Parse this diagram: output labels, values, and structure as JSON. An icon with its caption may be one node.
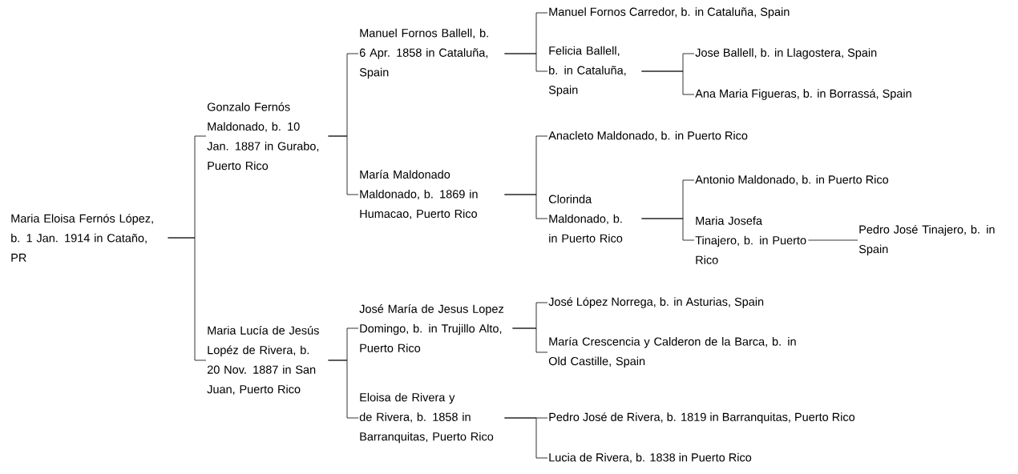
{
  "diagram": {
    "nodes": [
      {
        "text": [
          "Maria Eloisa Fernós López, b. 1 Jan. 1914 in Cataño, PR"
        ]
      },
      {
        "text": [
          "Gonzalo Fernós Maldonado, b. 10 Jan. 1887 in Gurabo, Puerto Rico"
        ]
      },
      {
        "text": [
          "Maria Lucía de Jesús Lopéz de Rivera, b. 20 Nov. 1887 in San Juan, Puerto Rico"
        ]
      },
      {
        "text": [
          "Manuel Fornos Ballell, b. 6 Apr. 1858 in Cataluña, Spain"
        ]
      },
      {
        "text": [
          "María Maldonado Maldonado, b. 1869 in Humacao, Puerto Rico"
        ]
      },
      {
        "text": [
          "José María de Jesus Lopez Domingo, b. in Trujillo Alto, Puerto Rico"
        ]
      },
      {
        "text": [
          "Eloisa de Rivera y de Rivera, b. 1858 in Barranquitas, Puerto Rico"
        ]
      },
      {
        "text": [
          "Manuel Fornos Carredor, b. in Cataluña, Spain"
        ]
      },
      {
        "text": [
          "Felicia Ballell, b. in Cataluña, Spain"
        ]
      },
      {
        "text": [
          "Anacleto Maldonado, b. in Puerto Rico"
        ]
      },
      {
        "text": [
          "Clorinda Maldonado, b. in Puerto Rico"
        ]
      },
      {
        "text": [
          "José López Norrega, b. in Asturias, Spain"
        ]
      },
      {
        "text": [
          "María Crescencia y Calderon de la Barca, b. in Old Castille, Spain"
        ]
      },
      {
        "text": [
          "Pedro José de Rivera, b. 1819 in Barranquitas, Puerto Rico"
        ]
      },
      {
        "text": [
          "Lucia de Rivera, b. 1838 in Puerto Rico"
        ]
      },
      {
        "text": [
          "Jose Ballell, b. in Llagostera, Spain"
        ]
      },
      {
        "text": [
          "Ana Maria Figueras, b. in Borrassá, Spain"
        ]
      },
      {
        "text": [
          "Antonio Maldonado, b. in Puerto Rico"
        ]
      },
      {
        "text": [
          "Maria Josefa Tinajero, b. in Puerto Rico"
        ]
      },
      {
        "text": [
          "Pedro José Tinajero, b. in Spain"
        ]
      }
    ],
    "edges": [
      {
        "from": 0,
        "to": 1,
        "arrow": "none"
      },
      {
        "from": 0,
        "to": 2,
        "arrow": "none"
      },
      {
        "from": 1,
        "to": 3,
        "arrow": "none"
      },
      {
        "from": 1,
        "to": 4,
        "arrow": "none"
      },
      {
        "from": 2,
        "to": 5,
        "arrow": "none"
      },
      {
        "from": 2,
        "to": 6,
        "arrow": "none"
      },
      {
        "from": 3,
        "to": 7,
        "arrow": "none"
      },
      {
        "from": 3,
        "to": 8,
        "arrow": "none"
      },
      {
        "from": 4,
        "to": 9,
        "arrow": "none"
      },
      {
        "from": 4,
        "to": 10,
        "arrow": "none"
      },
      {
        "from": 5,
        "to": 11,
        "arrow": "none"
      },
      {
        "from": 5,
        "to": 12,
        "arrow": "none"
      },
      {
        "from": 6,
        "to": 13,
        "arrow": "none"
      },
      {
        "from": 6,
        "to": 14,
        "arrow": "none"
      },
      {
        "from": 8,
        "to": 15,
        "arrow": "none"
      },
      {
        "from": 8,
        "to": 16,
        "arrow": "none"
      },
      {
        "from": 10,
        "to": 17,
        "arrow": "none"
      },
      {
        "from": 10,
        "to": 18,
        "arrow": "none"
      },
      {
        "from": 18,
        "to": 19,
        "arrow": "none"
      }
    ]
  }
}
